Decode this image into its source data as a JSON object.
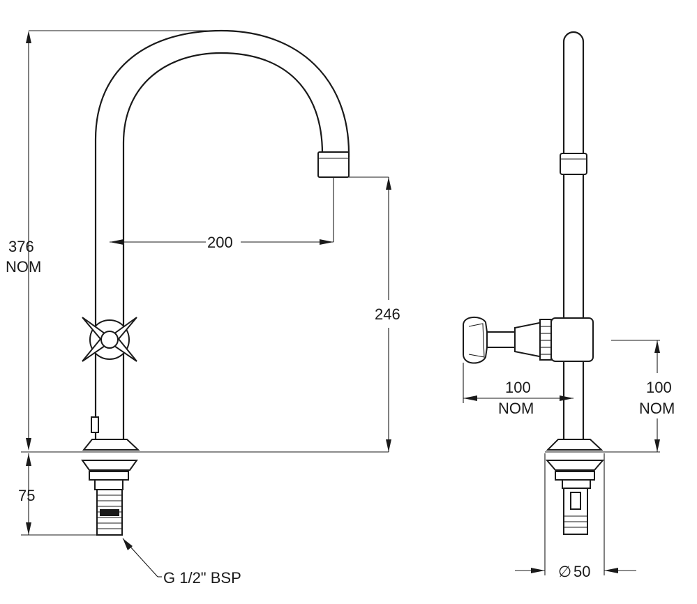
{
  "drawing": {
    "dim_total_height": {
      "value": "376",
      "qualifier": "NOM"
    },
    "dim_reach": {
      "value": "200"
    },
    "dim_spout_height": {
      "value": "246"
    },
    "dim_shank": {
      "value": "75"
    },
    "thread_callout": "G 1/2\" BSP",
    "dim_handle_projection": {
      "value": "100",
      "qualifier": "NOM"
    },
    "dim_handle_height": {
      "value": "100",
      "qualifier": "NOM"
    },
    "dim_base_diameter": {
      "symbol": "∅",
      "value": "50"
    }
  }
}
